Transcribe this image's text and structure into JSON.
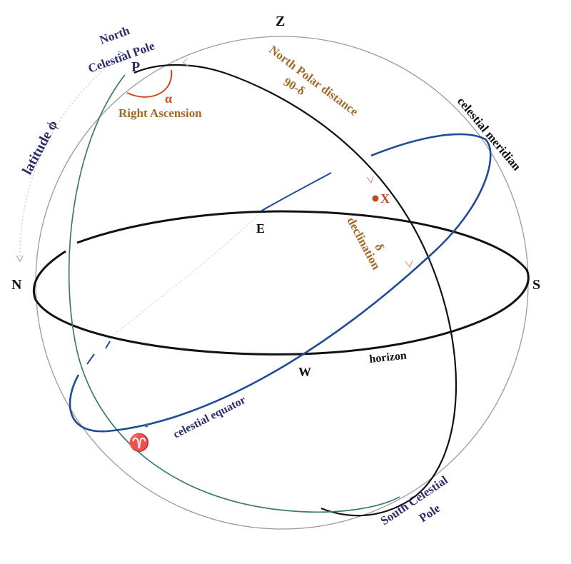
{
  "labels": {
    "zenith": "Z",
    "north": "N",
    "south": "S",
    "east": "E",
    "west": "W",
    "pole_letter": "P",
    "north_celestial_pole_line1": "North",
    "north_celestial_pole_line2": "Celestial Pole",
    "south_celestial_pole_line1": "South Celestial",
    "south_celestial_pole_line2": "Pole",
    "alpha": "α",
    "right_ascension": "Right Ascension",
    "north_polar_distance": "North Polar distance",
    "ninety_minus_delta": "90-δ",
    "star": "X",
    "delta": "δ",
    "declination": "declination",
    "latitude": "latitude ϕ",
    "celestial_meridian": "celestial meridian",
    "horizon": "horizon",
    "celestial_equator": "celestial equator",
    "aries": "♈"
  },
  "colors": {
    "sphere": "#9a9a9a",
    "horizon": "#111111",
    "meridian": "#111111",
    "equator": "#1f4a96",
    "hour_circle": "#3a7a6a",
    "pole_label": "#2d2d6e",
    "brown_label": "#a06a28",
    "alpha_arc": "#d0481e",
    "star_dot": "#c8481e"
  }
}
